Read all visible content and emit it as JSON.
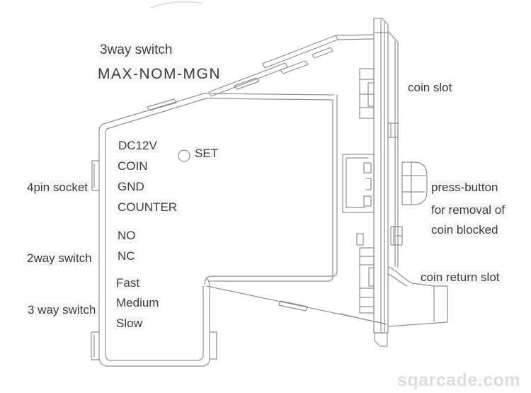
{
  "diagram_title": {
    "line1": "3way switch",
    "line2": "MAX-NOM-MGN"
  },
  "labels": {
    "coin_slot": "coin slot",
    "four_pin_socket": "4pin socket",
    "two_way_switch": "2way switch",
    "three_way_switch": "3 way switch",
    "set": "SET",
    "press_button_line1": "press-button",
    "press_button_line2": "for removal of",
    "press_button_line3": "coin blocked",
    "coin_return_slot": "coin return slot"
  },
  "terminals": [
    "DC12V",
    "COIN",
    "GND",
    "COUNTER"
  ],
  "relay_contacts": [
    "NO",
    "NC"
  ],
  "speed_options": [
    "Fast",
    "Medium",
    "Slow"
  ],
  "watermark": "sqarcade.com",
  "colors": {
    "line": "#8d9093",
    "text": "#3b3e42",
    "watermark": "#dcdce0",
    "background": "#ffffff"
  }
}
